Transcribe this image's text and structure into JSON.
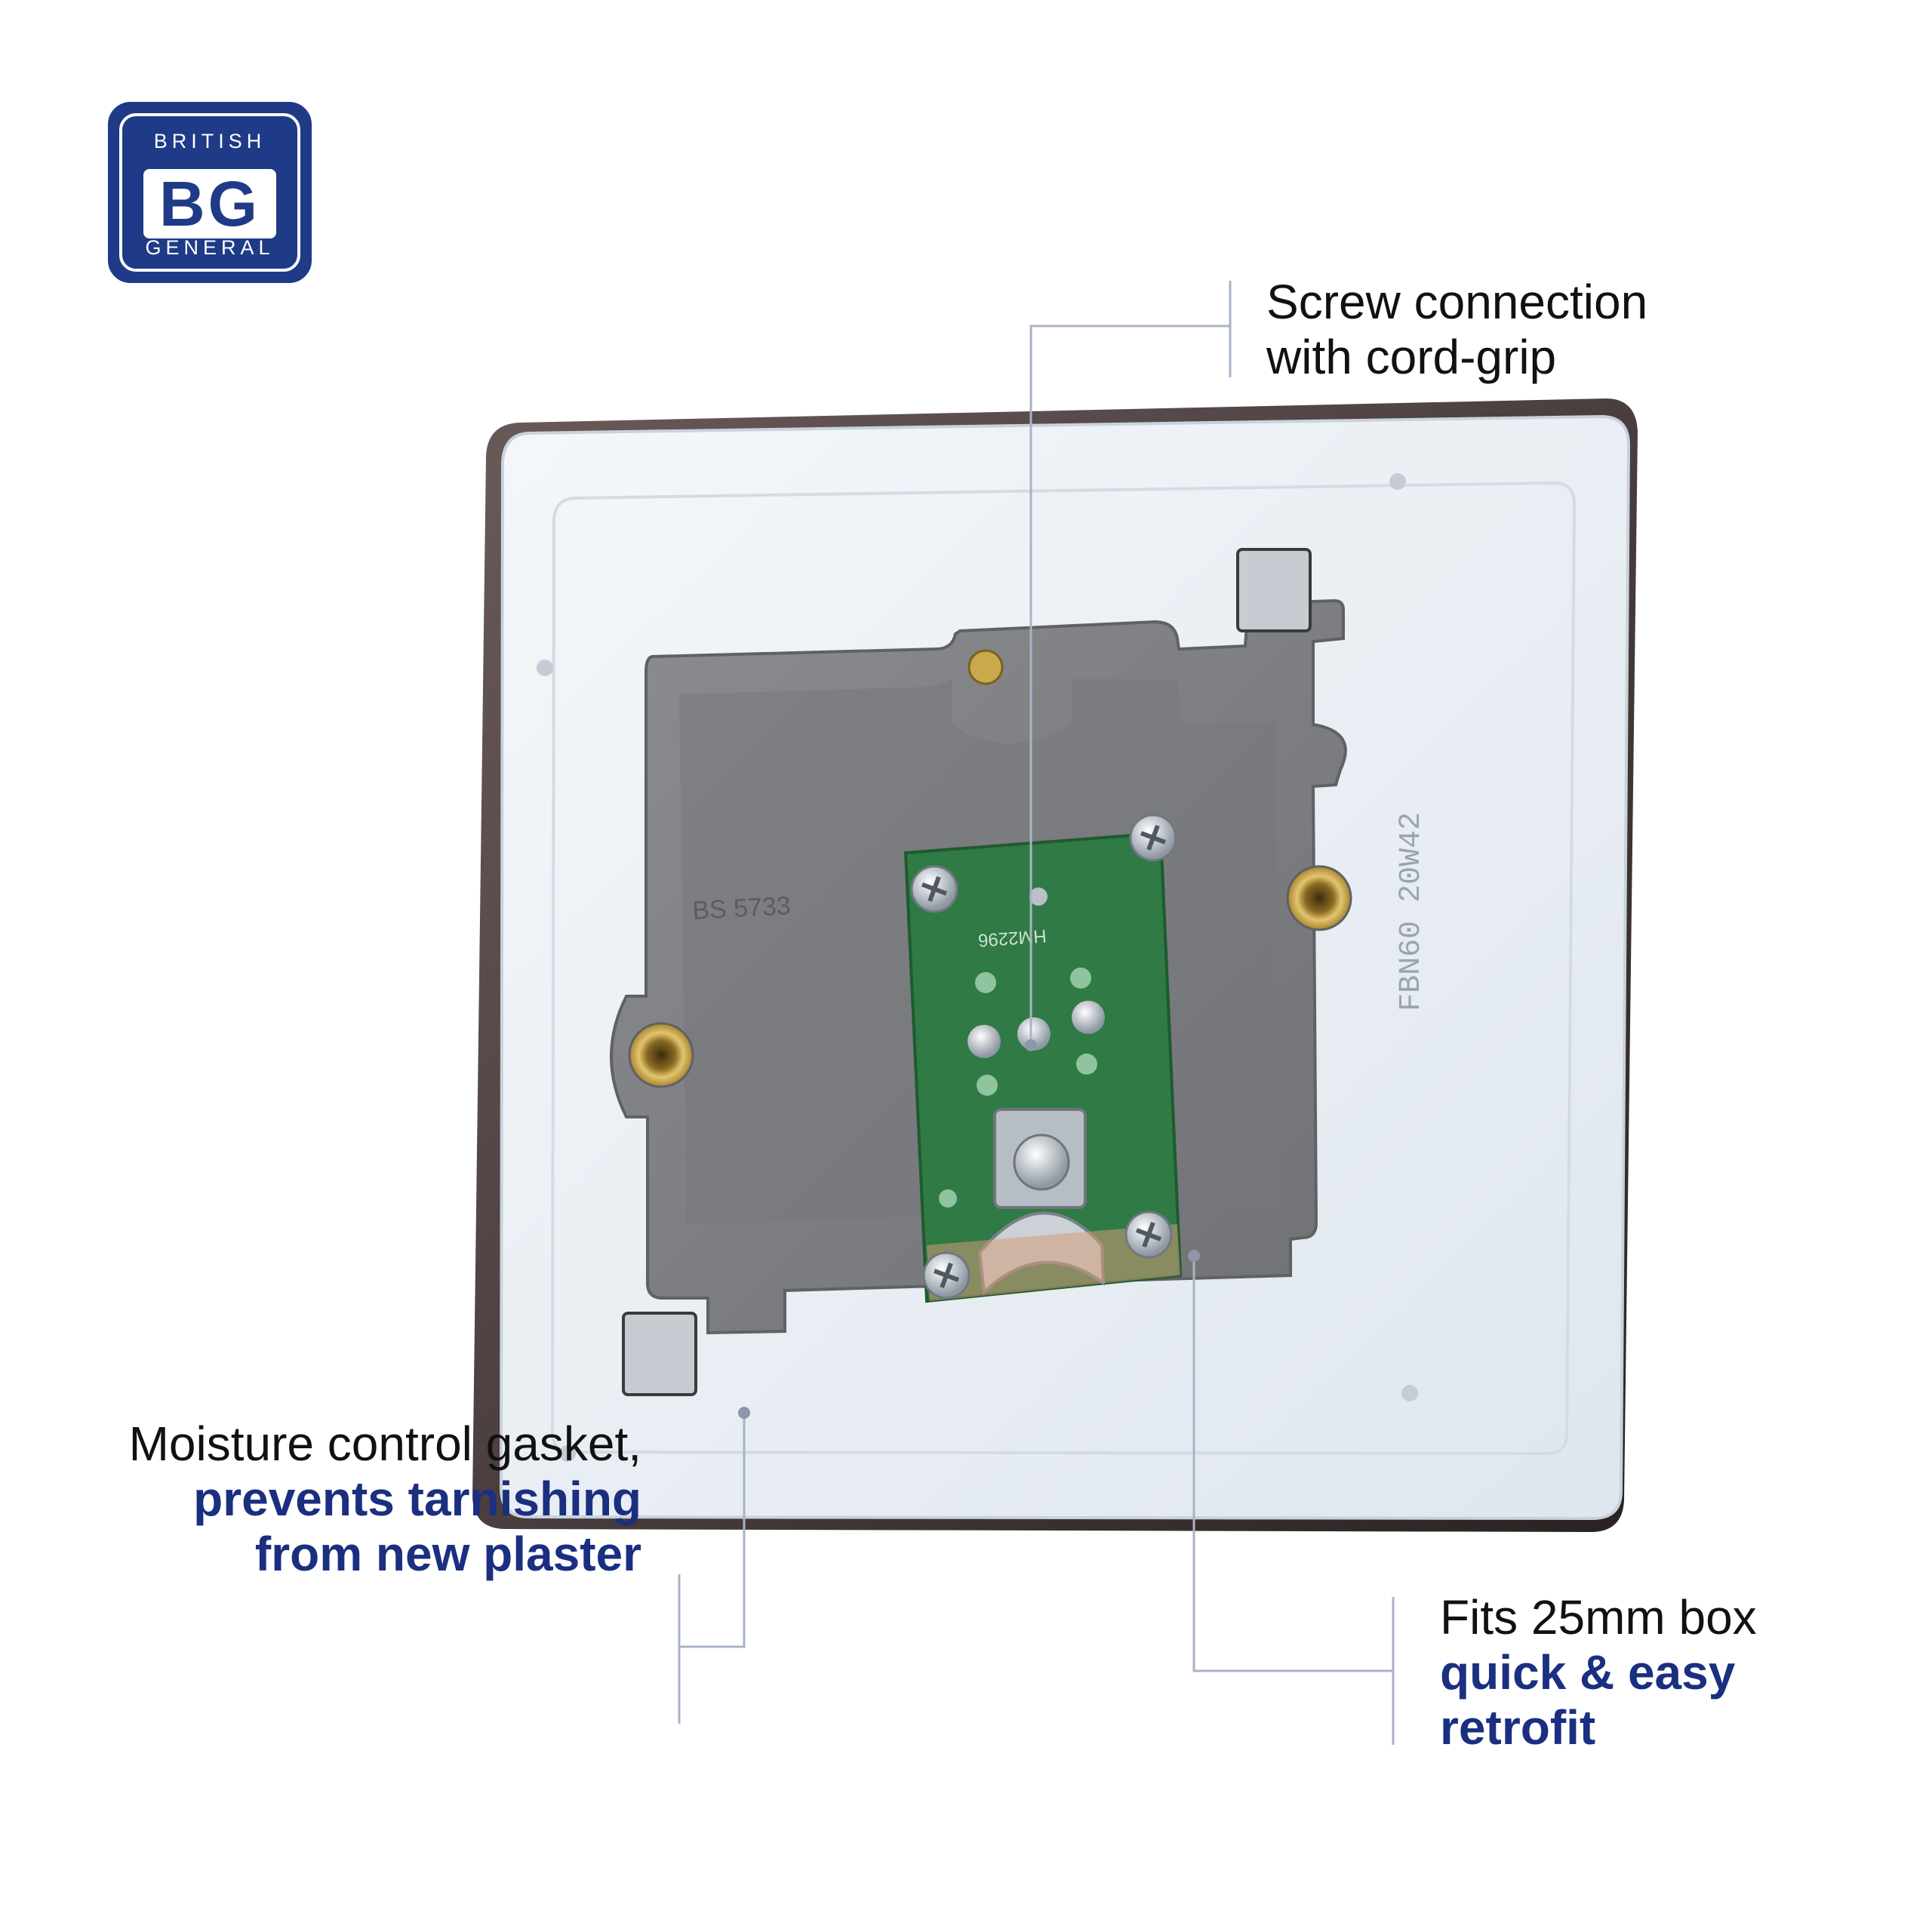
{
  "brand": {
    "top_text": "BRITISH",
    "mark": "BG",
    "bottom_text": "GENERAL",
    "color": "#1f3b87"
  },
  "callouts": {
    "screw": {
      "line1": "Screw connection",
      "line2": "with cord-grip"
    },
    "gasket": {
      "line1": "Moisture control gasket,",
      "line2": "prevents tarnishing",
      "line3": "from new plaster"
    },
    "box": {
      "line1": "Fits 25mm box",
      "line2": "quick & easy",
      "line3": "retrofit"
    }
  },
  "product_markings": {
    "standard": "BS 5733",
    "pcb_code": "HM2296",
    "model_code": "FBN60 20W42"
  },
  "colors": {
    "accent_text": "#1b2f80",
    "leader_line": "#a9b3c7"
  }
}
